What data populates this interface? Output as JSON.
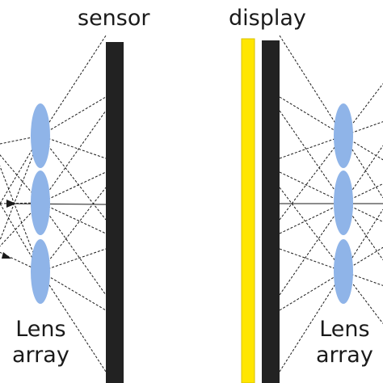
{
  "labels": {
    "sensor": "sensor",
    "display": "display",
    "lens_array_left_line1": "Lens",
    "lens_array_left_line2": "array",
    "lens_array_right_line1": "Lens",
    "lens_array_right_line2": "array"
  },
  "colors": {
    "sensor_panel": "#222222",
    "display_panel": "#222222",
    "display_backlight": "#ffe600",
    "lens_fill": "#8fb4e8",
    "ray": "#1a1a1a"
  }
}
